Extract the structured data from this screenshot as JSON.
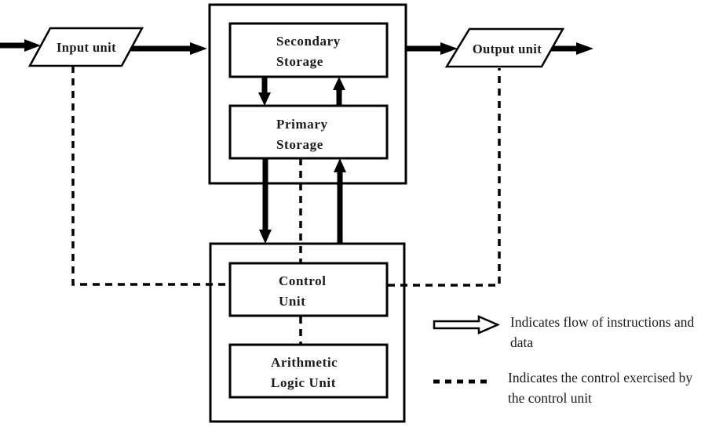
{
  "colors": {
    "background": "#ffffff",
    "line": "#000000"
  },
  "nodes": {
    "input_unit": {
      "label": "Input unit",
      "shape": "parallelogram"
    },
    "output_unit": {
      "label": "Output unit",
      "shape": "parallelogram"
    },
    "secondary_storage": {
      "line1": "Secondary",
      "line2": "Storage"
    },
    "primary_storage": {
      "line1": "Primary",
      "line2": "Storage"
    },
    "control_unit": {
      "line1": "Control",
      "line2": "Unit"
    },
    "alu": {
      "line1": "Arithmetic",
      "line2": "Logic Unit"
    }
  },
  "legend": {
    "flow_symbol": "hollow-arrow-icon",
    "flow_line1": "Indicates flow of instructions and",
    "flow_line2": "data",
    "control_symbol": "dashed-line-icon",
    "control_line1": "Indicates the control exercised by",
    "control_line2": "the control unit"
  }
}
